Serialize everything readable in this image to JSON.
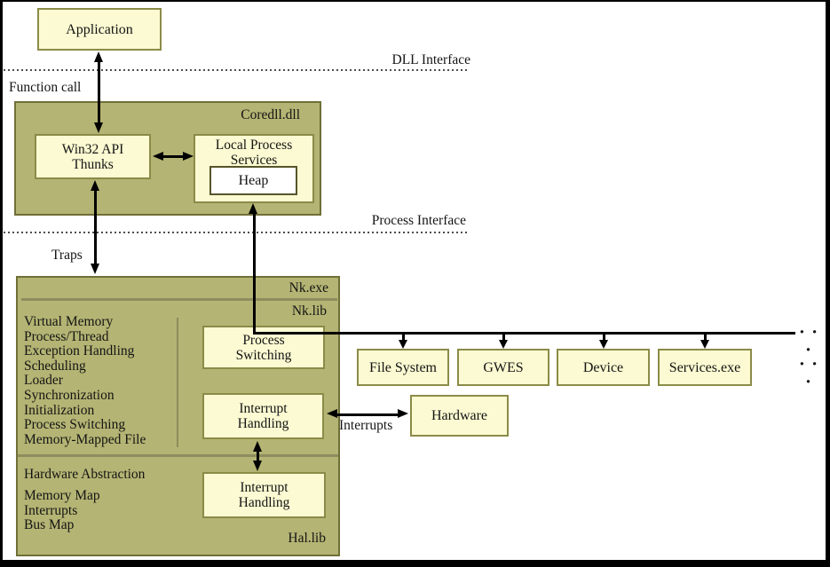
{
  "colors": {
    "olive_fill": "#b4b474",
    "olive_border": "#6f6f38",
    "pale_yellow_fill": "#fbfad2",
    "pale_yellow_border": "#8b8b48",
    "heap_fill": "#ffffff",
    "arrow_color": "#000000",
    "divider_color": "#8d8d5e",
    "dotted_line_color": "#4d4d4d",
    "text_color": "#141414",
    "page_border": "#000000"
  },
  "labels": {
    "application": "Application",
    "dll_interface": "DLL Interface",
    "function_call": "Function call",
    "process_interface": "Process Interface",
    "traps": "Traps",
    "interrupts": "Interrupts",
    "ellipsis": "· · ·"
  },
  "coredll": {
    "title": "Coredll.dll",
    "win32_thunks": "Win32 API\nThunks",
    "local_process_services": "Local Process\nServices",
    "heap": "Heap"
  },
  "kernel": {
    "exe_label": "Nk.exe",
    "lib_label": "Nk.lib",
    "services": [
      "Virtual Memory",
      "Process/Thread",
      "Exception Handling",
      "Scheduling",
      "Loader",
      "Synchronization",
      "Initialization",
      "Process Switching",
      "Memory-Mapped File"
    ],
    "process_switching": "Process\nSwitching",
    "interrupt_handling": "Interrupt\nHandling",
    "hal": {
      "title": "Hardware Abstraction",
      "items": [
        "Memory Map",
        "Interrupts",
        "Bus Map"
      ],
      "interrupt_handling": "Interrupt\nHandling",
      "lib_label": "Hal.lib"
    }
  },
  "processes": {
    "file_system": "File System",
    "gwes": "GWES",
    "device": "Device",
    "services_exe": "Services.exe",
    "hardware": "Hardware"
  }
}
